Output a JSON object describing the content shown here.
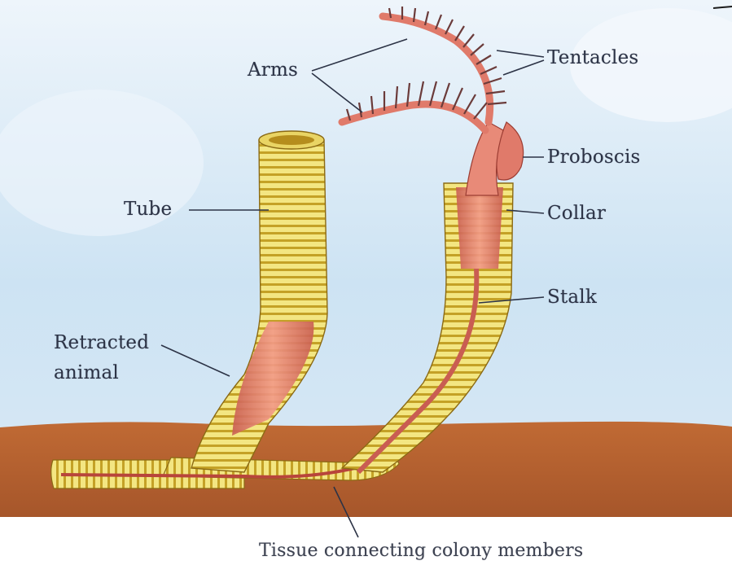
{
  "labels": {
    "arms": "Arms",
    "tentacles": "Tentacles",
    "proboscis": "Proboscis",
    "collar": "Collar",
    "tube": "Tube",
    "stalk": "Stalk",
    "retracted_line1": "Retracted",
    "retracted_line2": "animal",
    "tissue": "Tissue connecting colony members"
  },
  "colors": {
    "sky": "#cfe4f4",
    "ground": "#b6612e",
    "tube_yellow": "#f1e27a",
    "tube_stripe": "#c9a526",
    "animal_pink": "#e07a6a",
    "label_text": "#2c3346"
  }
}
